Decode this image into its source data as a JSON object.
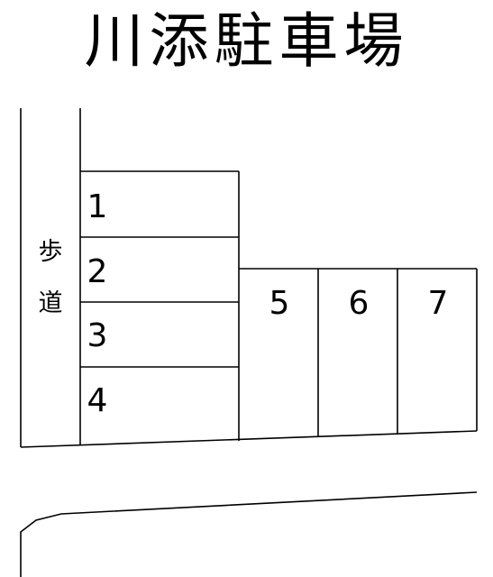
{
  "title": "川添駐車場",
  "sidewalk_label": [
    "歩",
    "道"
  ],
  "spaces": [
    {
      "label": "1"
    },
    {
      "label": "2"
    },
    {
      "label": "3"
    },
    {
      "label": "4"
    },
    {
      "label": "5"
    },
    {
      "label": "6"
    },
    {
      "label": "7"
    }
  ]
}
